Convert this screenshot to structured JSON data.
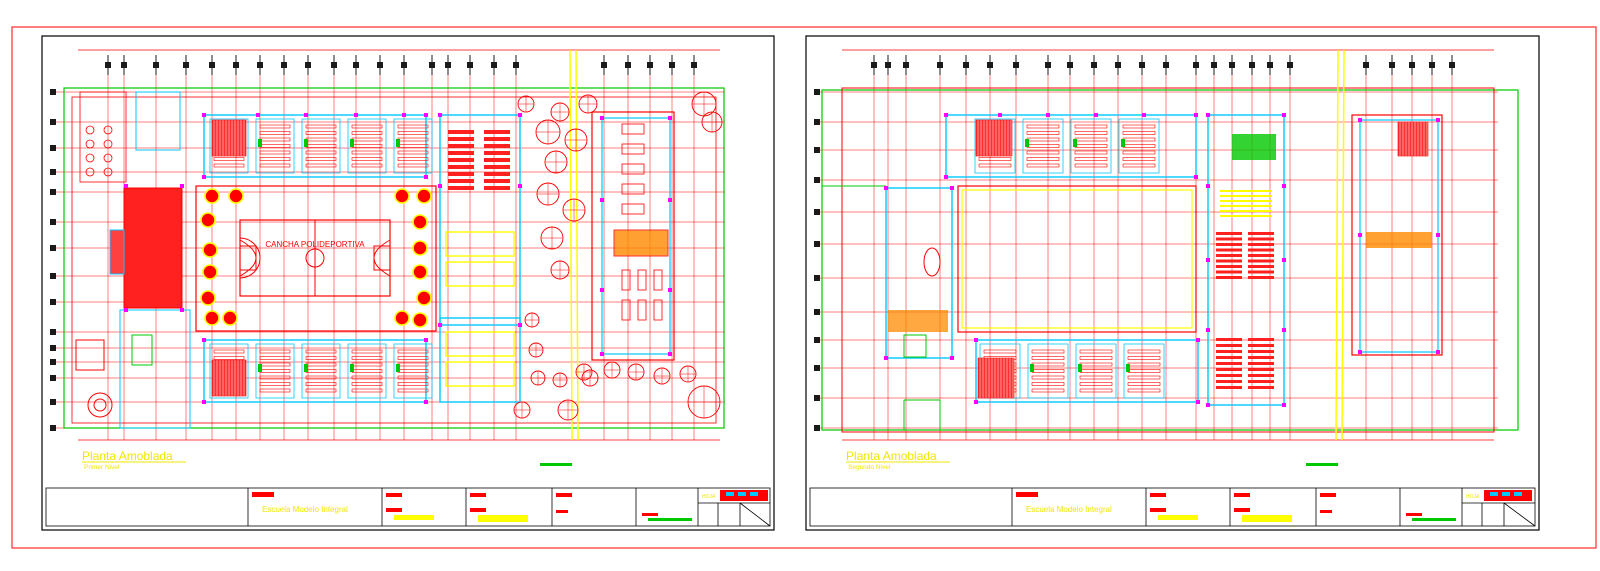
{
  "colors": {
    "background": "#ffffff",
    "outer_border": "#ff2a2a",
    "frame": "#000000",
    "wall": "#ff0000",
    "blue_wall": "#00c8ff",
    "green": "#00c800",
    "yellow": "#ffff00",
    "title_yellow": "#f2e600",
    "axis_dark": "#1a1a1a",
    "magenta": "#ff00ff"
  },
  "sheets": [
    {
      "id": "primer-nivel",
      "plan_title": "Planta Amoblada",
      "plan_subtitle": "Primer Nivel",
      "court_label": "CANCHA POLIDEPORTIVA",
      "school_name": "Escuela Modelo Integral",
      "sheet_label": "HOJA"
    },
    {
      "id": "segundo-nivel",
      "plan_title": "Planta Amoblada",
      "plan_subtitle": "Segundo Nivel",
      "court_label": "",
      "school_name": "Escuela Modelo Integral",
      "sheet_label": "HOJA"
    }
  ]
}
